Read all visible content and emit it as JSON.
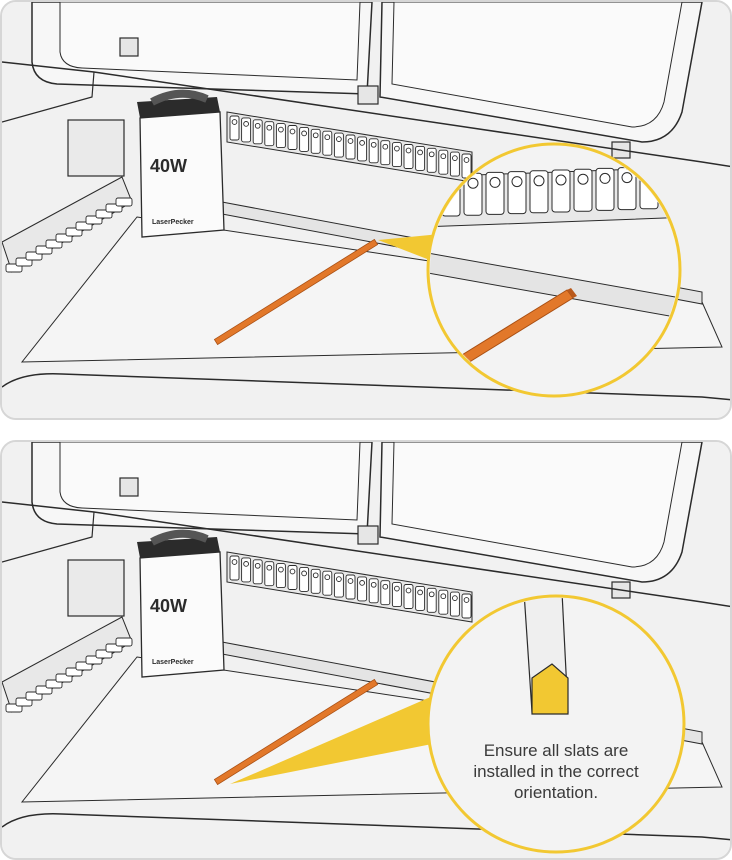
{
  "panels": [
    {
      "machine": {
        "power_label": "40W",
        "brand_label": "LaserPecker"
      }
    },
    {
      "machine": {
        "power_label": "40W",
        "brand_label": "LaserPecker"
      },
      "callout_text": "Ensure all slats are installed in the correct orientation."
    }
  ],
  "colors": {
    "slat_orange": "#e2782a",
    "callout_yellow": "#f2c832",
    "outline": "#2b2b2b",
    "body_gray": "#f1f1f1"
  }
}
